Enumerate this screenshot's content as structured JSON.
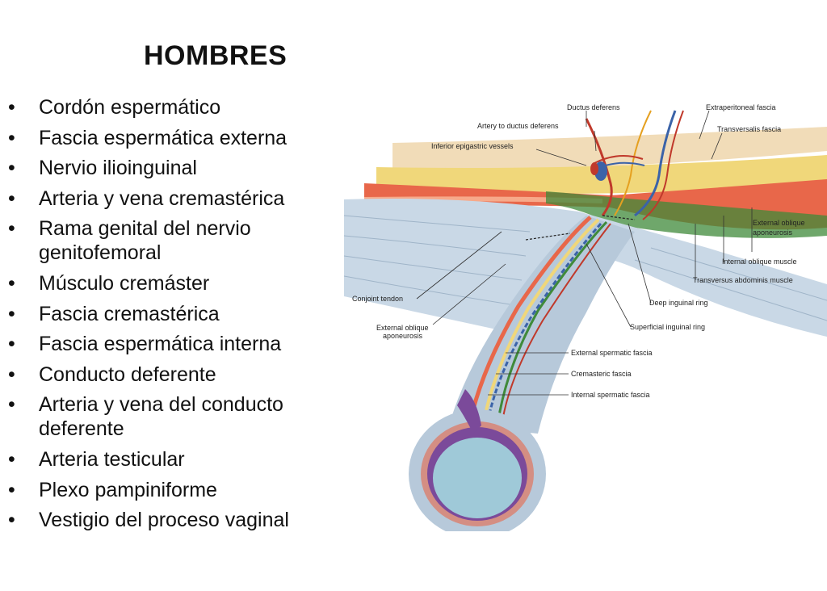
{
  "title": "HOMBRES",
  "bullet_char": "•",
  "items": [
    "Cordón espermático",
    "Fascia espermática externa",
    "Nervio ilioinguinal",
    "Arteria y vena cremastérica",
    "Rama genital del nervio genitofemoral",
    "Músculo cremáster",
    "Fascia cremastérica",
    "Fascia espermática interna",
    "Conducto deferente",
    "Arteria y vena del conducto deferente",
    "Arteria testicular",
    "Plexo pampiniforme",
    "Vestigio del proceso vaginal"
  ],
  "figure_labels": {
    "ductus_deferens": "Ductus deferens",
    "artery_to_ductus": "Artery to ductus deferens",
    "inferior_epigastric": "Inferior epigastric vessels",
    "extraperitoneal": "Extraperitoneal fascia",
    "transversalis": "Transversalis fascia",
    "external_oblique_apon_1": "External oblique",
    "external_oblique_apon_2": "aponeurosis",
    "internal_oblique": "Internal oblique muscle",
    "transversus": "Transversus abdominis muscle",
    "deep_ring": "Deep inguinal ring",
    "superficial_ring": "Superficial inguinal ring",
    "conjoint_tendon": "Conjoint tendon",
    "ext_oblique_left_1": "External oblique",
    "ext_oblique_left_2": "aponeurosis",
    "ext_spermatic": "External spermatic fascia",
    "cremasteric": "Cremasteric fascia",
    "int_spermatic": "Internal spermatic fascia"
  }
}
